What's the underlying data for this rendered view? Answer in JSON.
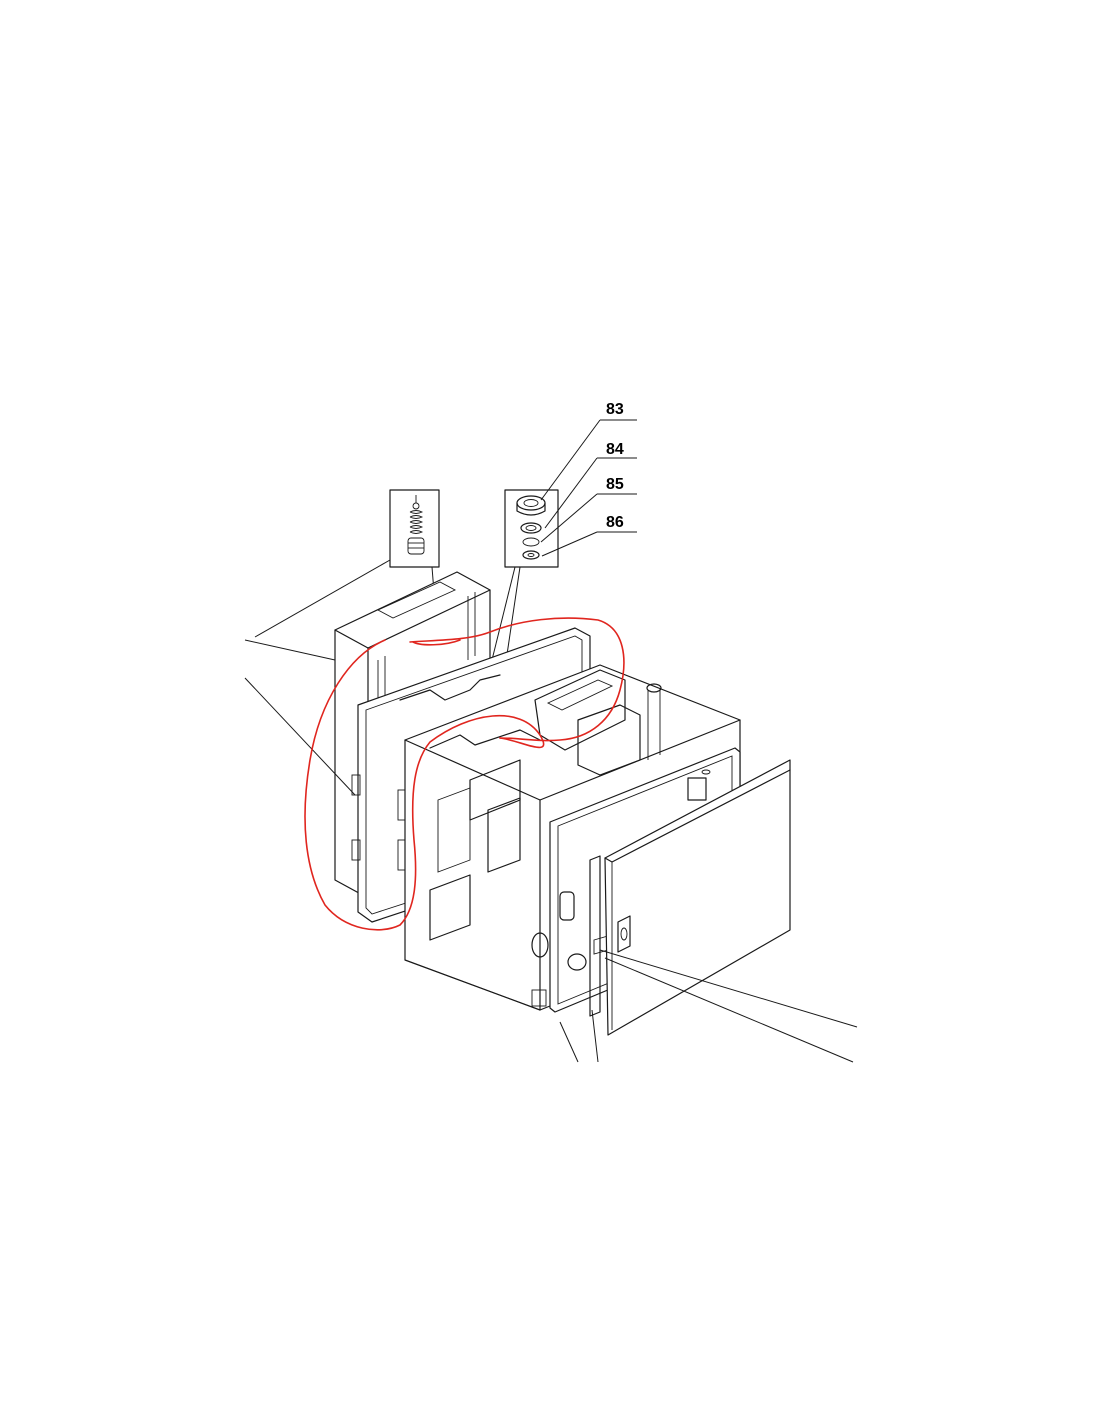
{
  "colors": {
    "background": "#ffffff",
    "line": "#1a1a1a",
    "markup": "#e0261f"
  },
  "callouts": [
    {
      "id": "part-83",
      "label": "83"
    },
    {
      "id": "part-84",
      "label": "84"
    },
    {
      "id": "part-85",
      "label": "85"
    },
    {
      "id": "part-86",
      "label": "86"
    }
  ]
}
